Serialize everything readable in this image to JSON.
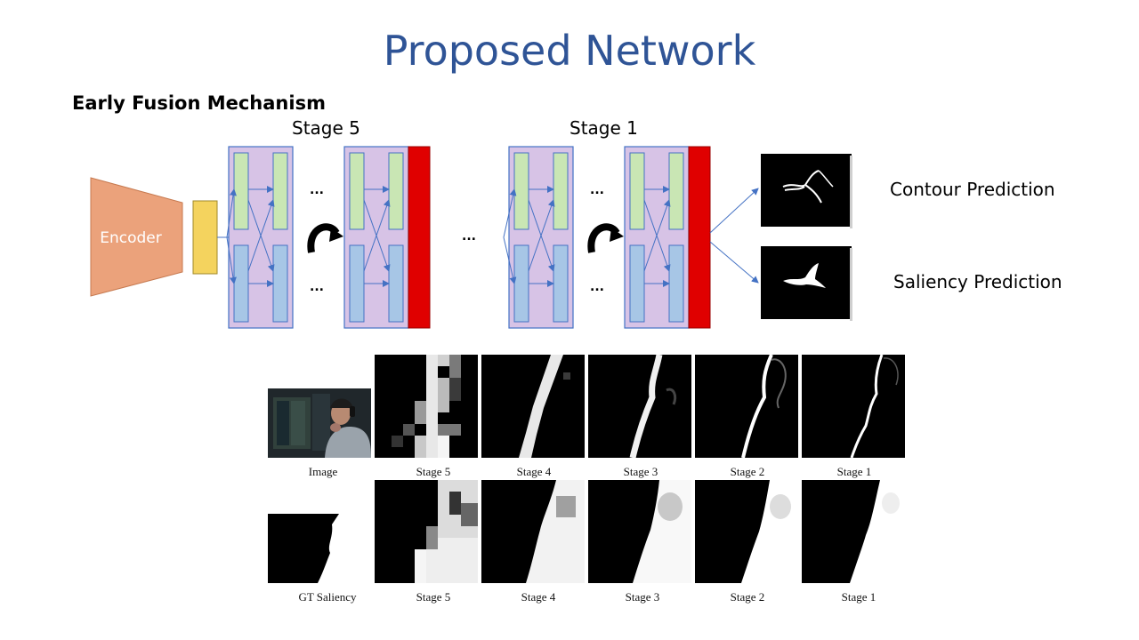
{
  "title": "Proposed Network",
  "section_heading": "Early Fusion Mechanism",
  "stage_labels": {
    "left": "Stage 5",
    "right": "Stage 1"
  },
  "encoder_label": "Encoder",
  "ellipsis": "...",
  "predictions": {
    "contour": "Contour Prediction",
    "saliency": "Saliency Prediction"
  },
  "figure": {
    "row1_captions": [
      "Image",
      "Stage 5",
      "Stage 4",
      "Stage 3",
      "Stage 2",
      "Stage 1"
    ],
    "row2_captions": [
      "GT Saliency",
      "Stage 5",
      "Stage 4",
      "Stage 3",
      "Stage 2",
      "Stage 1"
    ]
  },
  "colors": {
    "title": "#2f5496",
    "encoder": "#eba27b",
    "feature_block": "#f4d35e",
    "stage_bg": "#d7c3e6",
    "green_block": "#c9e6b4",
    "blue_block": "#a7c6e6",
    "red_bar": "#e00000",
    "arrow": "#4472c4"
  }
}
